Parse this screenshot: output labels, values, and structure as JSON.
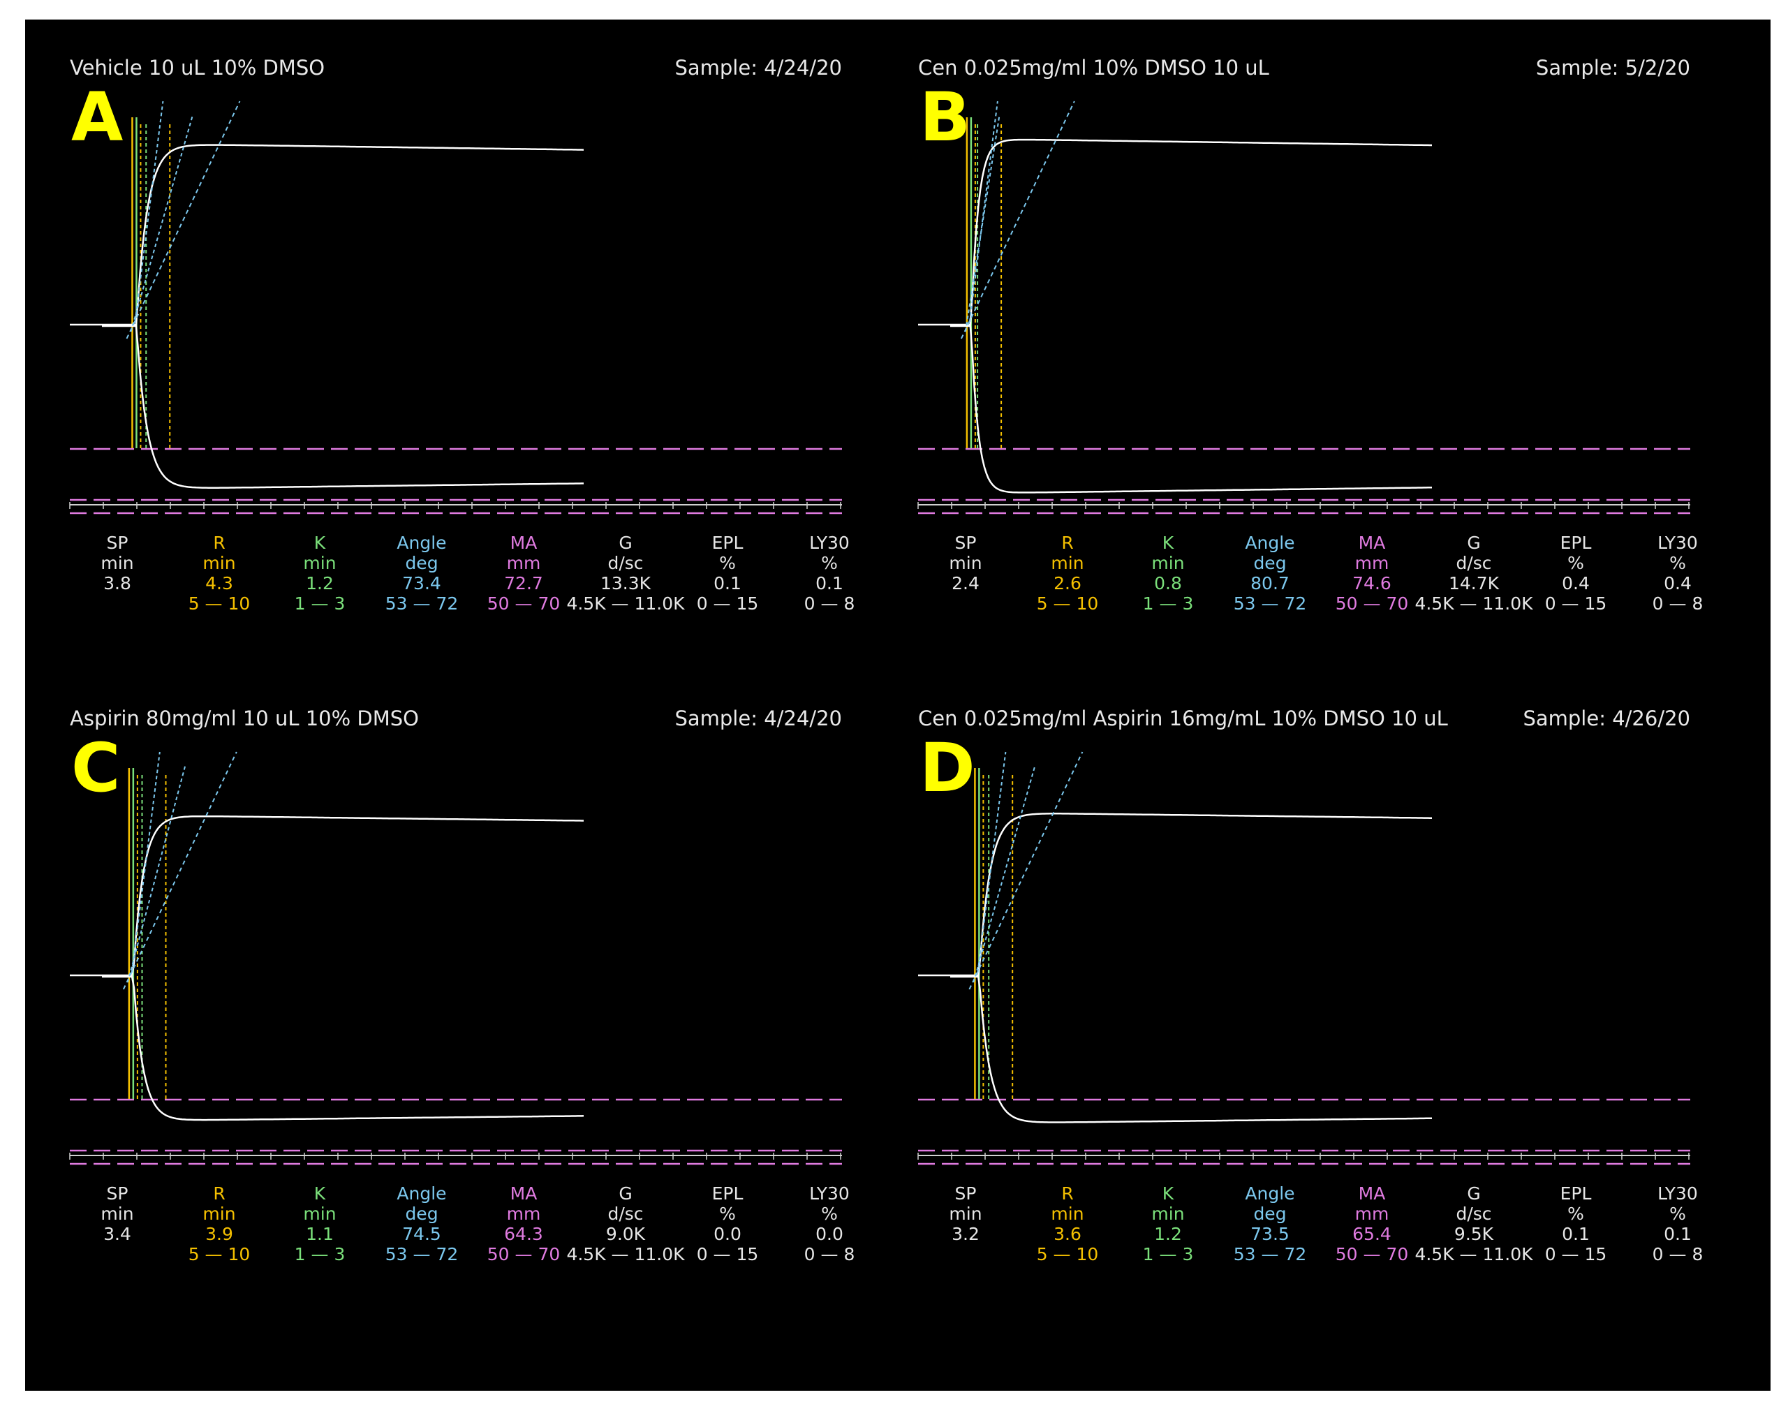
{
  "colors": {
    "background": "#000000",
    "trace": "#ffffff",
    "SP": "#e6e6e6",
    "R": "#f5c000",
    "K": "#7be07b",
    "Angle": "#7cc8ee",
    "MA": "#e07be0",
    "G": "#e6e6e6",
    "EPL": "#e6e6e6",
    "LY30": "#e6e6e6",
    "letter": "#ffff00",
    "guides": "#e07be0"
  },
  "chart_data": [
    {
      "type": "line",
      "panel": "A",
      "title": "Vehicle 10 uL 10% DMSO",
      "sample": "Sample: 4/24/20",
      "trace_end_min": 60,
      "parameters": [
        {
          "name": "SP",
          "unit": "min",
          "value": "3.8",
          "range": ""
        },
        {
          "name": "R",
          "unit": "min",
          "value": "4.3",
          "range": "5 — 10"
        },
        {
          "name": "K",
          "unit": "min",
          "value": "1.2",
          "range": "1 — 3"
        },
        {
          "name": "Angle",
          "unit": "deg",
          "value": "73.4",
          "range": "53 — 72"
        },
        {
          "name": "MA",
          "unit": "mm",
          "value": "72.7",
          "range": "50 — 70"
        },
        {
          "name": "G",
          "unit": "d/sc",
          "value": "13.3K",
          "range": "4.5K — 11.0K"
        },
        {
          "name": "EPL",
          "unit": "%",
          "value": "0.1",
          "range": "0 — 15"
        },
        {
          "name": "LY30",
          "unit": "%",
          "value": "0.1",
          "range": "0 — 8"
        }
      ]
    },
    {
      "type": "line",
      "panel": "B",
      "title": "Cen 0.025mg/ml 10% DMSO 10 uL",
      "sample": "Sample: 5/2/20",
      "trace_end_min": 60,
      "parameters": [
        {
          "name": "SP",
          "unit": "min",
          "value": "2.4",
          "range": ""
        },
        {
          "name": "R",
          "unit": "min",
          "value": "2.6",
          "range": "5 — 10"
        },
        {
          "name": "K",
          "unit": "min",
          "value": "0.8",
          "range": "1 — 3"
        },
        {
          "name": "Angle",
          "unit": "deg",
          "value": "80.7",
          "range": "53 — 72"
        },
        {
          "name": "MA",
          "unit": "mm",
          "value": "74.6",
          "range": "50 — 70"
        },
        {
          "name": "G",
          "unit": "d/sc",
          "value": "14.7K",
          "range": "4.5K — 11.0K"
        },
        {
          "name": "EPL",
          "unit": "%",
          "value": "0.4",
          "range": "0 — 15"
        },
        {
          "name": "LY30",
          "unit": "%",
          "value": "0.4",
          "range": "0 — 8"
        }
      ]
    },
    {
      "type": "line",
      "panel": "C",
      "title": "Aspirin 80mg/ml 10 uL 10% DMSO",
      "sample": "Sample: 4/24/20",
      "trace_end_min": 60,
      "parameters": [
        {
          "name": "SP",
          "unit": "min",
          "value": "3.4",
          "range": ""
        },
        {
          "name": "R",
          "unit": "min",
          "value": "3.9",
          "range": "5 — 10"
        },
        {
          "name": "K",
          "unit": "min",
          "value": "1.1",
          "range": "1 — 3"
        },
        {
          "name": "Angle",
          "unit": "deg",
          "value": "74.5",
          "range": "53 — 72"
        },
        {
          "name": "MA",
          "unit": "mm",
          "value": "64.3",
          "range": "50 — 70"
        },
        {
          "name": "G",
          "unit": "d/sc",
          "value": "9.0K",
          "range": "4.5K — 11.0K"
        },
        {
          "name": "EPL",
          "unit": "%",
          "value": "0.0",
          "range": "0 — 15"
        },
        {
          "name": "LY30",
          "unit": "%",
          "value": "0.0",
          "range": "0 — 8"
        }
      ]
    },
    {
      "type": "line",
      "panel": "D",
      "title": "Cen 0.025mg/ml Aspirin 16mg/mL 10% DMSO 10 uL",
      "sample": "Sample: 4/26/20",
      "trace_end_min": 60,
      "parameters": [
        {
          "name": "SP",
          "unit": "min",
          "value": "3.2",
          "range": ""
        },
        {
          "name": "R",
          "unit": "min",
          "value": "3.6",
          "range": "5 — 10"
        },
        {
          "name": "K",
          "unit": "min",
          "value": "1.2",
          "range": "1 — 3"
        },
        {
          "name": "Angle",
          "unit": "deg",
          "value": "73.5",
          "range": "53 — 72"
        },
        {
          "name": "MA",
          "unit": "mm",
          "value": "65.4",
          "range": "50 — 70"
        },
        {
          "name": "G",
          "unit": "d/sc",
          "value": "9.5K",
          "range": "4.5K — 11.0K"
        },
        {
          "name": "EPL",
          "unit": "%",
          "value": "0.1",
          "range": "0 — 15"
        },
        {
          "name": "LY30",
          "unit": "%",
          "value": "0.1",
          "range": "0 — 8"
        }
      ]
    }
  ]
}
